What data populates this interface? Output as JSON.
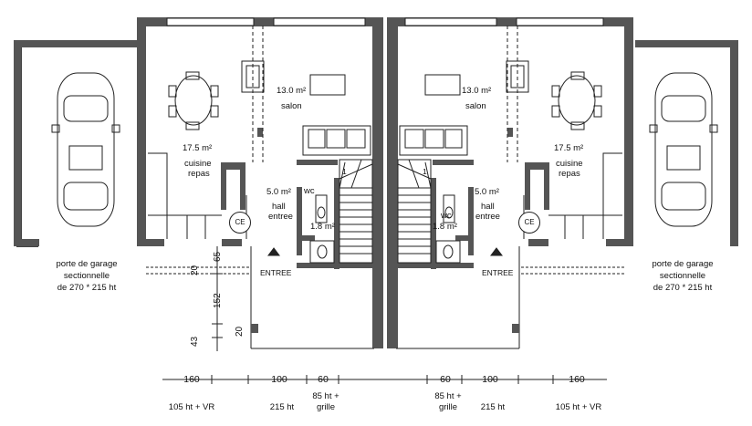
{
  "plan": {
    "left_unit": {
      "salon_area": "13.0 m²",
      "salon_label": "salon",
      "kitchen_area": "17.5 m²",
      "kitchen_label_1": "cuisine",
      "kitchen_label_2": "repas",
      "hall_area": "5.0 m²",
      "hall_label_1": "hall",
      "hall_label_2": "entree",
      "wc_label": "wc",
      "wc_area": "1.8 m²",
      "ce_label": "CE",
      "entry_label": "ENTREE",
      "stair_step": "1",
      "garage_line_1": "porte de garage",
      "garage_line_2": "sectionnelle",
      "garage_line_3": "de 270 * 215 ht"
    },
    "right_unit": {
      "salon_area": "13.0 m²",
      "salon_label": "salon",
      "kitchen_area": "17.5 m²",
      "kitchen_label_1": "cuisine",
      "kitchen_label_2": "repas",
      "hall_area": "5.0 m²",
      "hall_label_1": "hall",
      "hall_label_2": "entree",
      "wc_label": "wc",
      "wc_area": "1.8 m²",
      "ce_label": "CE",
      "entry_label": "ENTREE",
      "stair_step": "1",
      "garage_line_1": "porte de garage",
      "garage_line_2": "sectionnelle",
      "garage_line_3": "de 270 * 215 ht"
    },
    "vertical_dims": [
      "65",
      "20",
      "152",
      "20",
      "43"
    ],
    "window_widths": [
      "160",
      "100",
      "60",
      "60",
      "100",
      "160"
    ],
    "window_heights": {
      "w1": "105 ht + VR",
      "w2": "215 ht",
      "w3_1": "85 ht +",
      "w3_2": "grille",
      "w4_1": "85 ht +",
      "w4_2": "grille",
      "w5": "215 ht",
      "w6": "105 ht + VR"
    }
  }
}
